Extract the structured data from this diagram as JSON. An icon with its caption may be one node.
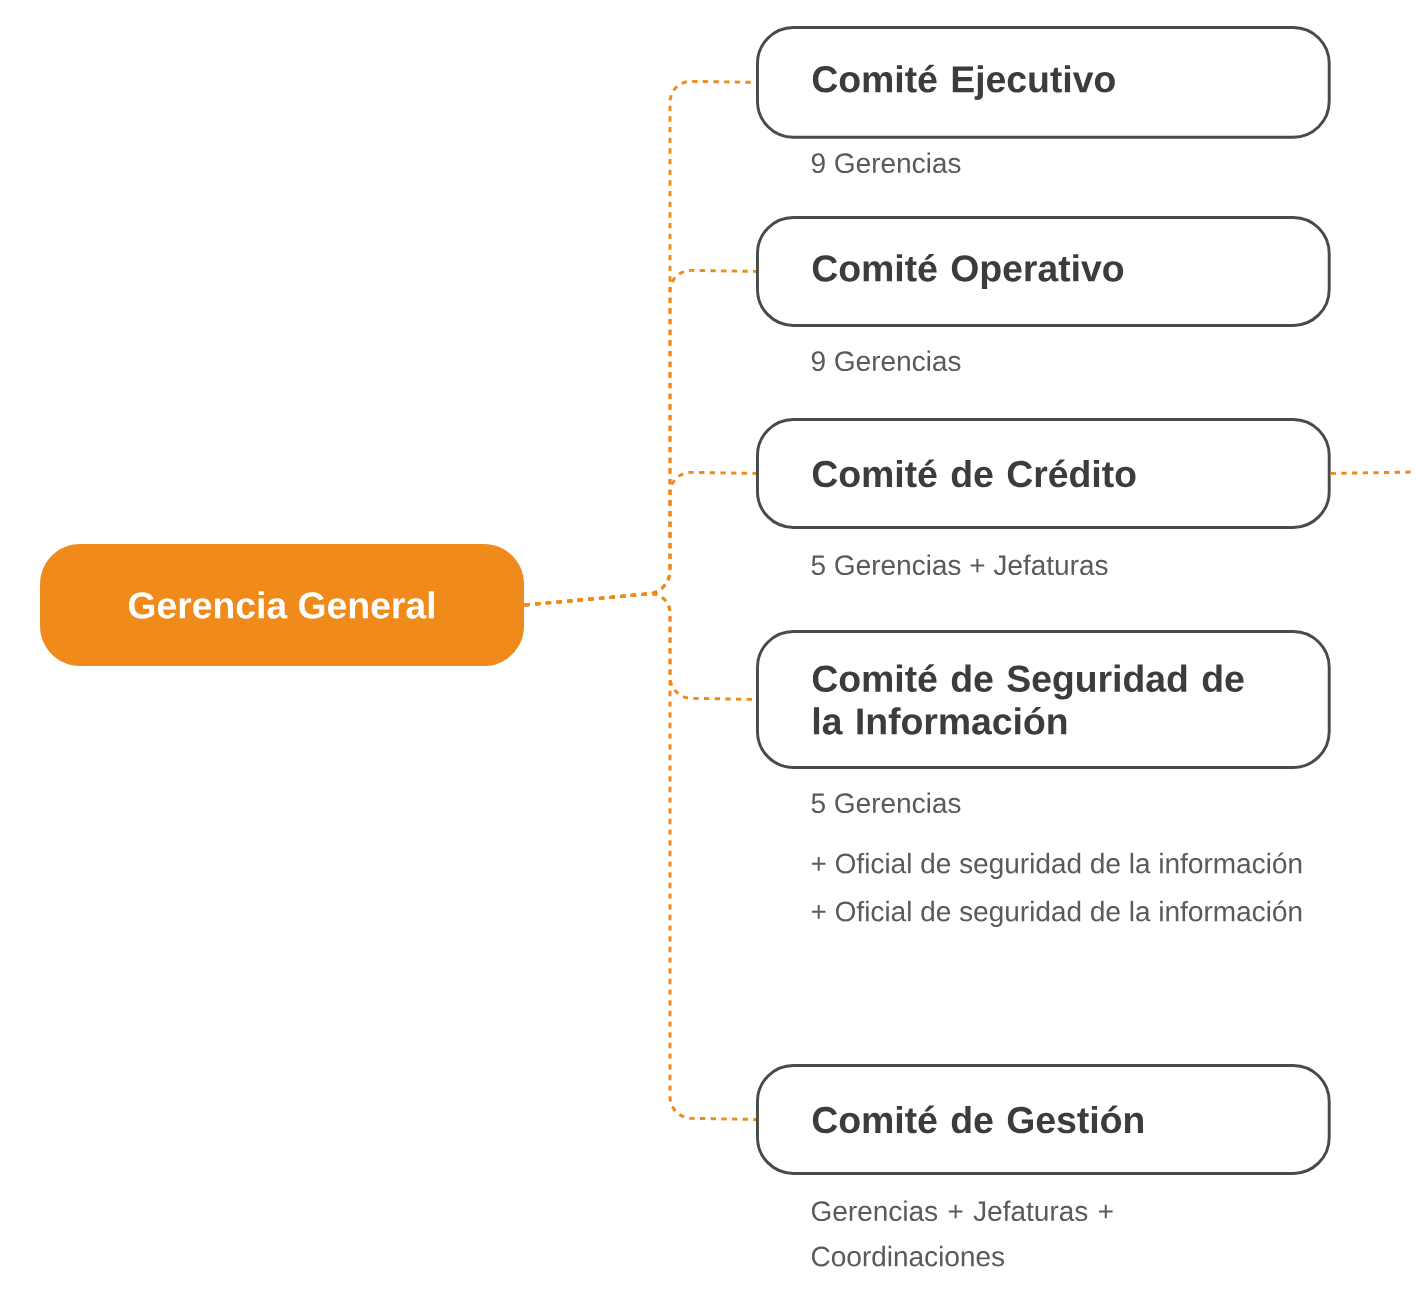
{
  "diagram": {
    "nodes": [
      {
        "text": [
          "Gerencia General"
        ]
      },
      {
        "text": [
          "Comité Ejecutivo"
        ],
        "beside": [
          "9 Gerencias"
        ]
      },
      {
        "text": [
          "Comité Operativo"
        ],
        "beside": [
          "9 Gerencias"
        ]
      },
      {
        "text": [
          "Comité de Crédito"
        ],
        "beside": [
          "5 Gerencias + Jefaturas"
        ]
      },
      {
        "text": [
          "Comité de Seguridad de la Información"
        ],
        "beside": [
          "5 Gerencias",
          "+ Oficial de seguridad de la información",
          "+ Oficial de seguridad de la información"
        ]
      },
      {
        "text": [
          "Comité de Gestión"
        ],
        "beside": [
          "Gerencias + Jefaturas + Coordinaciones"
        ]
      }
    ],
    "edges": [
      {
        "from": 0,
        "to": 1,
        "arrow": "none",
        "style": "dashed"
      },
      {
        "from": 0,
        "to": 2,
        "arrow": "none",
        "style": "dashed"
      },
      {
        "from": 0,
        "to": 3,
        "arrow": "none",
        "style": "dashed"
      },
      {
        "from": 0,
        "to": 4,
        "arrow": "none",
        "style": "dashed"
      },
      {
        "from": 0,
        "to": 5,
        "arrow": "none",
        "style": "dashed"
      },
      {
        "from": 3,
        "to": null,
        "arrow": "none",
        "style": "dashed"
      }
    ]
  }
}
